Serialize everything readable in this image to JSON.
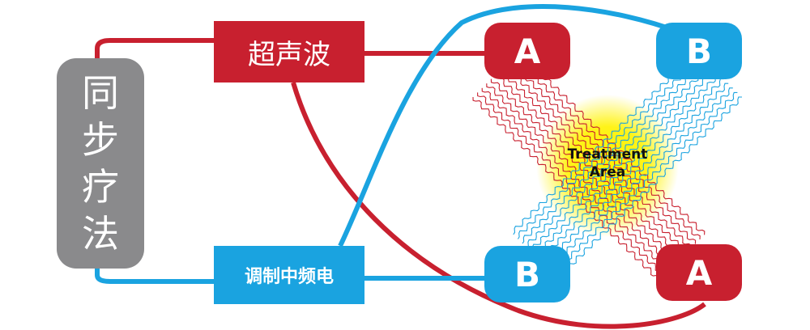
{
  "left_label": {
    "chars": [
      "同",
      "步",
      "疗",
      "法"
    ]
  },
  "boxes": {
    "ultrasound": "超声波",
    "medium_frequency": "调制中频电"
  },
  "nodes": {
    "a_top": "A",
    "b_top": "B",
    "b_bottom": "B",
    "a_bottom": "A"
  },
  "treatment_area": {
    "line1": "Treatment",
    "line2": "Area"
  },
  "colors": {
    "red": "#c8202f",
    "blue": "#1aa3e0",
    "gray": "#8a8a8c",
    "glow": "#fff200"
  }
}
